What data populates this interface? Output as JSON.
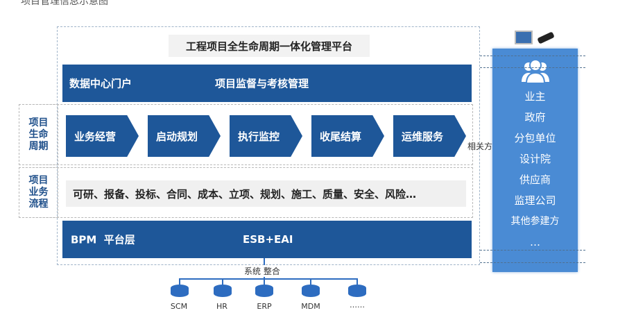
{
  "caption": "项目管理信息示意图",
  "platform_title": "工程项目全生命周期一体化管理平台",
  "top_bar": {
    "left": "数据中心门户",
    "right": "项目监督与考核管理"
  },
  "lifecycle": {
    "label": "项目生命周期",
    "stages": [
      "业务经营",
      "启动规划",
      "执行监控",
      "收尾结算",
      "运维服务"
    ]
  },
  "business": {
    "label": "项目业务流程",
    "items": "可研、报备、投标、合同、成本、立项、规划、施工、质量、安全、风险…"
  },
  "bottom_bar": {
    "left": "BPM  平台层",
    "right": "ESB+EAI"
  },
  "stakeholders": {
    "label": "相关方",
    "items": [
      "业主",
      "政府",
      "分包单位",
      "设计院",
      "供应商",
      "监理公司",
      "其他参建方",
      "…"
    ]
  },
  "integration": {
    "label": "系统 整合",
    "systems": [
      "SCM",
      "HR",
      "ERP",
      "MDM",
      "……"
    ]
  },
  "colors": {
    "primary": "#1e5799",
    "panel": "#4a8bd4"
  }
}
